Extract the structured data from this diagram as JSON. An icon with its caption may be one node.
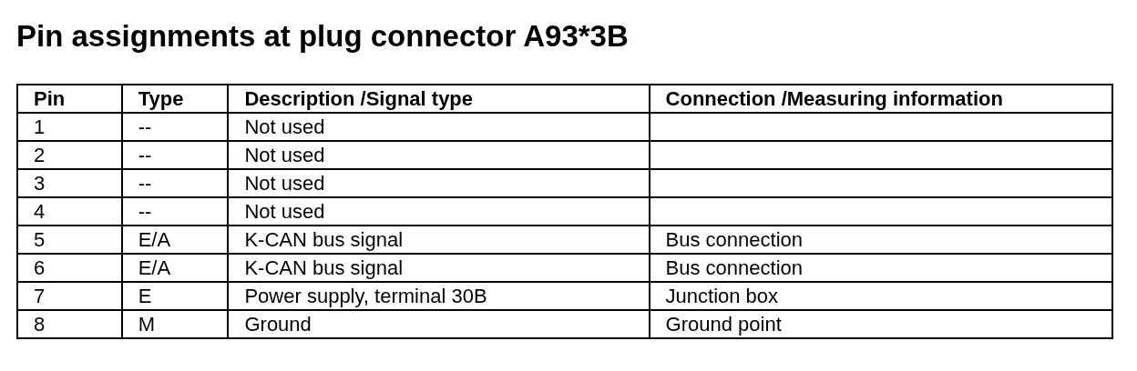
{
  "diagram": {
    "title": "Pin assignments at plug connector A93*3B",
    "labels": [
      "Pin",
      "Type",
      "Description /Signal type",
      "Connection /Measuring information",
      "1",
      "--",
      "Not used",
      "2",
      "--",
      "Not used",
      "3",
      "--",
      "Not used",
      "4",
      "--",
      "Not used",
      "5",
      "E/A",
      "K-CAN bus signal",
      "Bus connection",
      "6",
      "E/A",
      "K-CAN bus signal",
      "Bus connection",
      "7",
      "E",
      "Power supply, terminal 30B",
      "Junction box",
      "8",
      "M",
      "Ground",
      "Ground point"
    ]
  }
}
